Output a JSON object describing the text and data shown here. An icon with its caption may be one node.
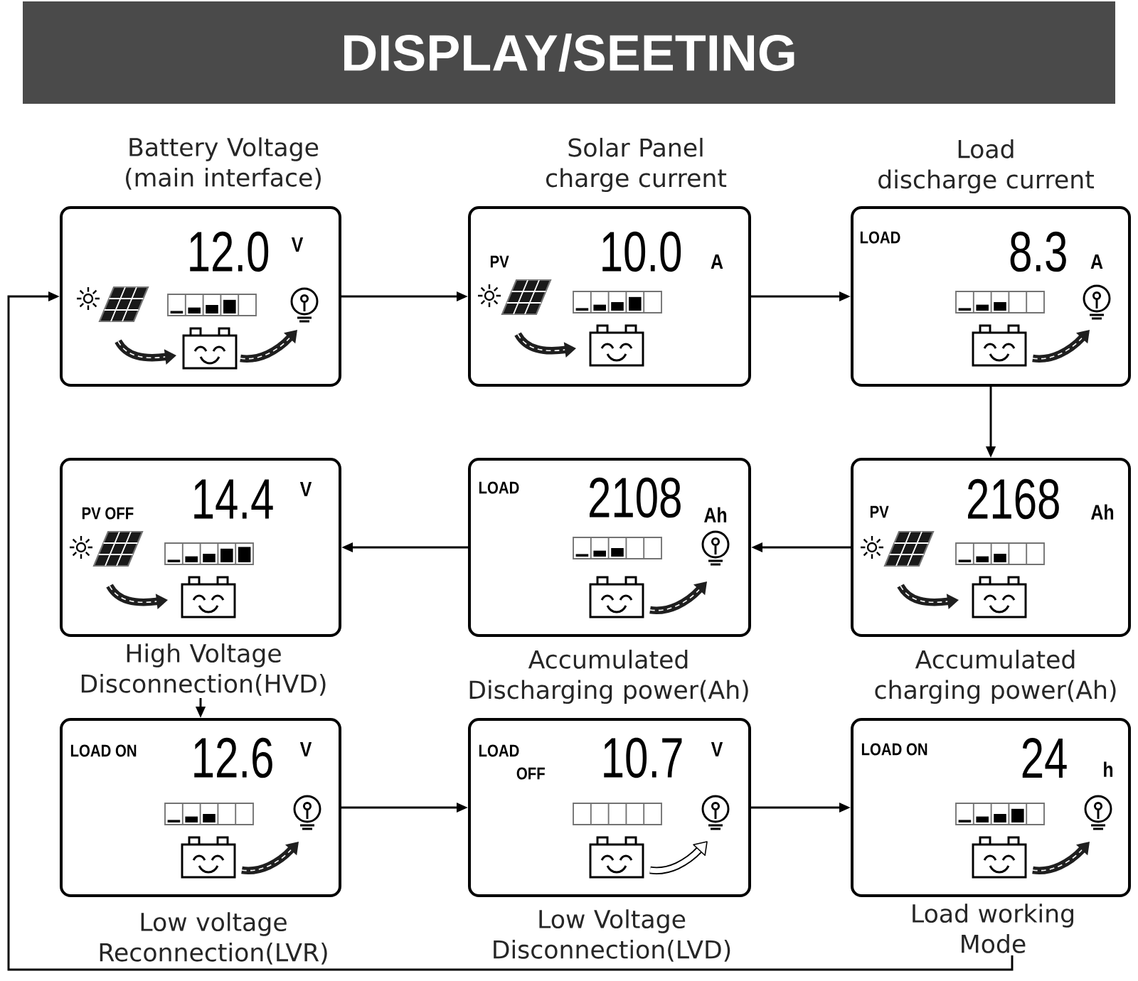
{
  "diagram": {
    "title": "DISPLAY/SEETING",
    "nodes": [
      {
        "text": [
          "12.0",
          "V"
        ],
        "beside": [
          "Battery Voltage (main interface)"
        ]
      },
      {
        "text": [
          "PV",
          "10.0",
          "A"
        ],
        "beside": [
          "Solar Panel charge current"
        ]
      },
      {
        "text": [
          "LOAD",
          "8.3",
          "A"
        ],
        "beside": [
          "Load discharge current"
        ]
      },
      {
        "text": [
          "PV OFF",
          "14.4",
          "V"
        ],
        "beside": [
          "High Voltage Disconnection(HVD)"
        ]
      },
      {
        "text": [
          "LOAD",
          "2108",
          "Ah"
        ],
        "beside": [
          "Accumulated Discharging power(Ah)"
        ]
      },
      {
        "text": [
          "PV",
          "2168",
          "Ah"
        ],
        "beside": [
          "Accumulated charging power(Ah)"
        ]
      },
      {
        "text": [
          "LOAD ON",
          "12.6",
          "V"
        ],
        "beside": [
          "Low voltage Reconnection(LVR)"
        ]
      },
      {
        "text": [
          "LOAD OFF",
          "10.7",
          "V"
        ],
        "beside": [
          "Low Voltage Disconnection(LVD)"
        ]
      },
      {
        "text": [
          "LOAD ON",
          "24",
          "h"
        ],
        "beside": [
          "Load working Mode"
        ]
      }
    ],
    "edges": [
      {
        "from": 0,
        "to": 1,
        "arrow": "to"
      },
      {
        "from": 1,
        "to": 2,
        "arrow": "to"
      },
      {
        "from": 2,
        "to": 5,
        "arrow": "to"
      },
      {
        "from": 5,
        "to": 4,
        "arrow": "to"
      },
      {
        "from": 4,
        "to": 3,
        "arrow": "to"
      },
      {
        "from": 3,
        "to": 6,
        "arrow": "to"
      },
      {
        "from": 6,
        "to": 7,
        "arrow": "to"
      },
      {
        "from": 7,
        "to": 8,
        "arrow": "to"
      },
      {
        "from": 8,
        "to": 0,
        "arrow": "to"
      }
    ]
  }
}
